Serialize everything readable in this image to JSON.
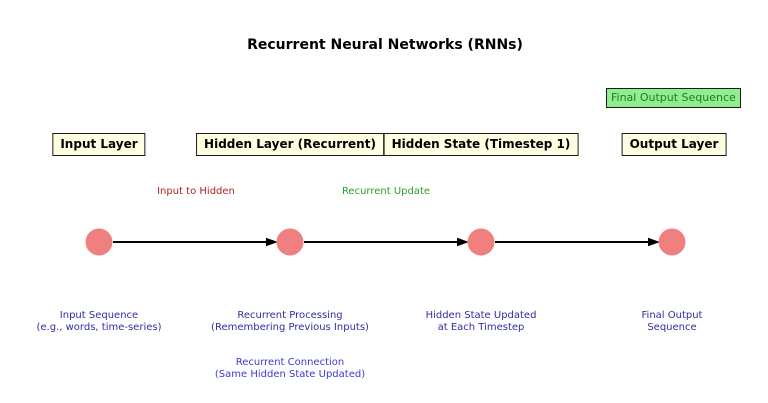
{
  "title": "Recurrent Neural Networks (RNNs)",
  "badge": {
    "label": "Final Output Sequence"
  },
  "layers": [
    {
      "label": "Input Layer"
    },
    {
      "label": "Hidden Layer (Recurrent)"
    },
    {
      "label": "Hidden State (Timestep 1)"
    },
    {
      "label": "Output Layer"
    }
  ],
  "arrow_labels": [
    {
      "label": "Input to Hidden",
      "color": "#b22222"
    },
    {
      "label": "Recurrent Update",
      "color": "#2ca02c"
    }
  ],
  "nodes": [
    {
      "line1": "Input Sequence",
      "line2": "(e.g., words, time-series)"
    },
    {
      "line1": "Recurrent Processing",
      "line2": "(Remembering Previous Inputs)"
    },
    {
      "line1": "Hidden State Updated",
      "line2": "at Each Timestep"
    },
    {
      "line1": "Final Output",
      "line2": "Sequence"
    }
  ],
  "footnote": {
    "line1": "Recurrent Connection",
    "line2": "(Same Hidden State Updated)"
  },
  "colors": {
    "node_fill": "#f08080",
    "arrow_stroke": "#000000",
    "layer_box_fill": "#fffee0",
    "badge_fill": "#90ee90",
    "badge_text": "#1e7d1e",
    "caption_text": "#2e2ea2",
    "footnote_text": "#3b3bd4",
    "title_text": "#000000"
  }
}
